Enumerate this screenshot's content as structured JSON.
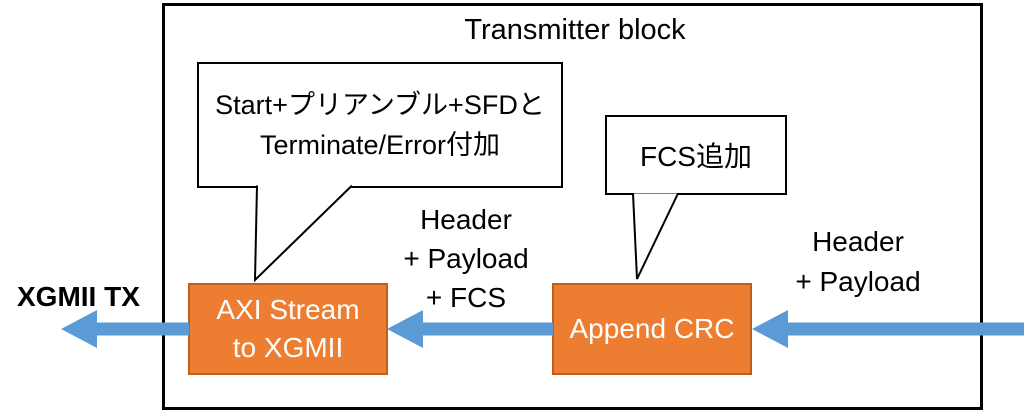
{
  "frame": {
    "title": "Transmitter block"
  },
  "output_label": "XGMII TX",
  "callouts": {
    "axi": {
      "line1": "Start+プリアンブル+SFDと",
      "line2": "Terminate/Error付加"
    },
    "crc": {
      "label": "FCS追加"
    }
  },
  "blocks": {
    "axi": {
      "line1": "AXI Stream",
      "line2": "to XGMII"
    },
    "crc": {
      "label": "Append CRC"
    }
  },
  "flow_labels": {
    "mid": {
      "lines": [
        "Header",
        "+ Payload",
        "+ FCS"
      ]
    },
    "input": {
      "lines": [
        "Header",
        "+ Payload"
      ]
    }
  },
  "colors": {
    "block_fill": "#ED7D31",
    "block_border": "#C05F1D",
    "arrow": "#5B9BD5",
    "line": "#000000"
  }
}
